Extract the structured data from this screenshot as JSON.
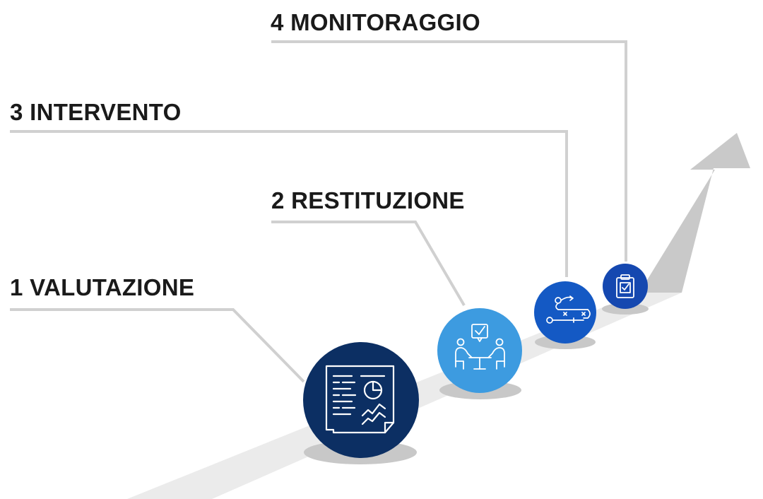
{
  "steps": [
    {
      "label": "1 VALUTAZIONE",
      "icon": "report-chart-icon",
      "color": "#0c2f63"
    },
    {
      "label": "2 RESTITUZIONE",
      "icon": "meeting-discussion-icon",
      "color": "#3d9be0"
    },
    {
      "label": "3 INTERVENTO",
      "icon": "strategy-path-icon",
      "color": "#1459c4"
    },
    {
      "label": "4 MONITORAGGIO",
      "icon": "clipboard-check-icon",
      "color": "#1548b0"
    }
  ],
  "colors": {
    "road": "#ebebeb",
    "arrow": "#c9c9c9",
    "leader_line": "#d0d0d0",
    "shadow": "#c8c8c8"
  }
}
